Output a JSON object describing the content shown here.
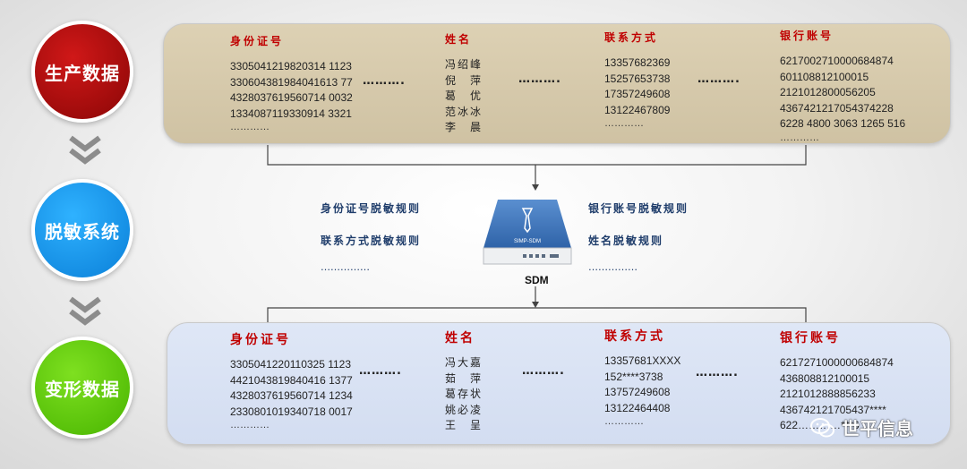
{
  "steps": [
    {
      "label": "生产数据",
      "color": "#b30c0c"
    },
    {
      "label": "脱敏系统",
      "color": "#1a9cf0"
    },
    {
      "label": "变形数据",
      "color": "#5ccb0a"
    }
  ],
  "production": {
    "id_header": "身份证号",
    "ids": [
      "3305041219820314 1123",
      "330604381984041613 77",
      "4328037619560714 0032",
      "1334087119330914 3321"
    ],
    "name_header": "姓名",
    "names": [
      "冯绍峰",
      "倪　萍",
      "葛　优",
      "范冰冰",
      "李　晨"
    ],
    "contact_header": "联系方式",
    "contacts": [
      "13357682369",
      "15257653738",
      "17357249608",
      "13122467809"
    ],
    "bank_header": "银行账号",
    "banks": [
      "6217002710000684874",
      "601108812100015",
      "2121012800056205",
      "4367421217054374228",
      "6228 4800 3063 1265 516"
    ],
    "more": "…………",
    "sep": "………."
  },
  "system": {
    "rules_left": [
      "身份证号脱敏规则",
      "联系方式脱敏规则",
      "……………"
    ],
    "rules_right": [
      "银行账号脱敏规则",
      "姓名脱敏规则",
      "……………"
    ],
    "device_label": "SIMP-SDM",
    "caption": "SDM"
  },
  "transformed": {
    "id_header": "身份证号",
    "ids": [
      "3305041220110325 1123",
      "4421043819840416 1377",
      "4328037619560714 1234",
      "2330801019340718 0017"
    ],
    "name_header": "姓名",
    "names": [
      "冯大嘉",
      "茹　萍",
      "葛存状",
      "姚必凌",
      "王　呈"
    ],
    "contact_header": "联系方式",
    "contacts": [
      "13357681XXXX",
      "152****3738",
      "13757249608",
      "13122464408"
    ],
    "bank_header": "银行账号",
    "banks": [
      "6217271000000684874",
      "436808812100015",
      "2121012888856233",
      "436742121705437****",
      "622…………***6"
    ],
    "more": "…………",
    "sep": "………."
  },
  "watermark": "世平信息"
}
